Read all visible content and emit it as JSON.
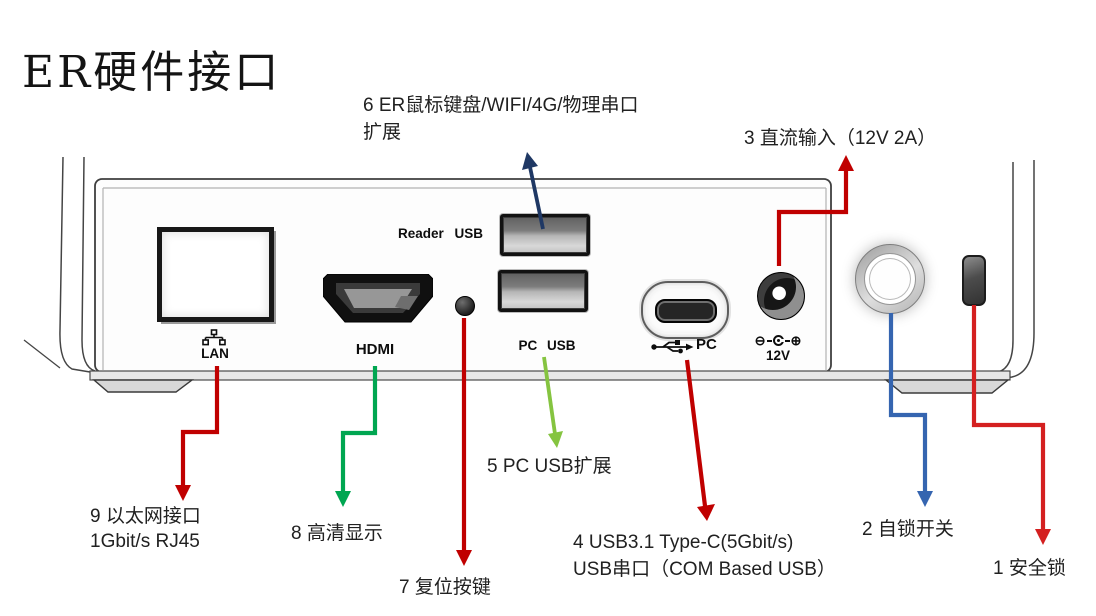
{
  "slide": {
    "title": "ER硬件接口"
  },
  "ports": {
    "lan": "LAN",
    "hdmi": "HDMI",
    "reader_usb": "Reader USB",
    "pc_usb": "PC USB",
    "typec": "PC",
    "power_voltage": "12V"
  },
  "icons": {
    "dc_minus": "⊖",
    "dc_plus": "⊕",
    "lan_icon": "network-tree-icon",
    "usb_icon": "usb-trident-icon"
  },
  "callouts": {
    "c1": {
      "text": "1 安全锁",
      "color": "#D42020"
    },
    "c2": {
      "text": "2 自锁开关",
      "color": "#3565B0"
    },
    "c3": {
      "text": "3 直流输入（12V 2A）",
      "color": "#C00000"
    },
    "c4": {
      "line1": "4 USB3.1 Type-C(5Gbit/s)",
      "line2": "USB串口（COM Based USB）",
      "color": "#C00000"
    },
    "c5": {
      "text": "5 PC USB扩展",
      "color": "#85C440"
    },
    "c6": {
      "line1": "6 ER鼠标键盘/WIFI/4G/物理串口",
      "line2": "扩展",
      "color": "#1F3864"
    },
    "c7": {
      "text": "7 复位按键",
      "color": "#C00000"
    },
    "c8": {
      "text": "8 高清显示",
      "color": "#00A651"
    },
    "c9": {
      "line1": "9 以太网接口",
      "line2": "1Gbit/s RJ45",
      "color": "#C00000"
    }
  },
  "device": {
    "outline_color": "#454545"
  }
}
